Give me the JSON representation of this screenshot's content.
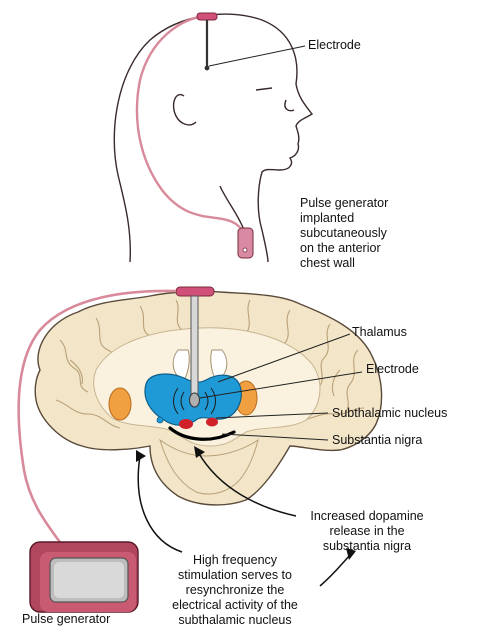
{
  "labels": {
    "electrode_top": "Electrode",
    "pulse_generator_note": [
      "Pulse generator",
      "implanted",
      "subcutaneously",
      "on the anterior",
      "chest wall"
    ],
    "thalamus": "Thalamus",
    "electrode_brain": "Electrode",
    "subthalamic_nucleus": "Subthalamic nucleus",
    "substantia_nigra": "Substantia nigra",
    "dopamine_note": [
      "Increased dopamine",
      "release in the",
      "substantia nigra"
    ],
    "stimulation_note": [
      "High frequency",
      "stimulation serves to",
      "resynchronize the",
      "electrical activity of the",
      "subthalamic nucleus"
    ],
    "pulse_generator": "Pulse generator"
  },
  "colors": {
    "skin_outline": "#3a2a2a",
    "lead_wire": "#d88a9a",
    "brain_tissue": "#f3e6c8",
    "thalamus": "#1f9ad6",
    "putamen": "#f0a040",
    "nucleus": "#d0202a",
    "generator": "#b0475f"
  }
}
